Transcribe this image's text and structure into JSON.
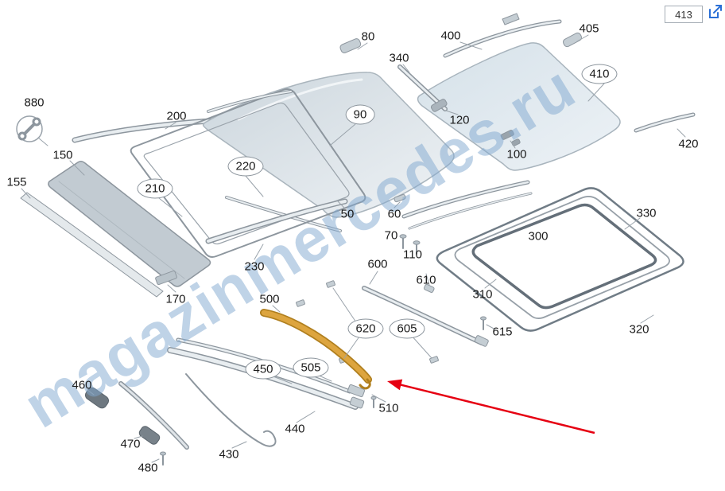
{
  "page": {
    "reference": "413",
    "watermark": "magazinmercedes.ru"
  },
  "colors": {
    "highlight_part": "#DDA53F",
    "arrow": "#E60012",
    "watermark": "#80A8D0",
    "label_circle_border": "#8B949C"
  },
  "icons": {
    "edit": "edit-icon",
    "wrench": "wrench-icon"
  },
  "circled_parts": [
    "90",
    "210",
    "220",
    "410",
    "450",
    "505",
    "605",
    "620"
  ],
  "parts": {
    "p50": "50",
    "p60": "60",
    "p70": "70",
    "p80": "80",
    "p90": "90",
    "p100": "100",
    "p110": "110",
    "p120": "120",
    "p150": "150",
    "p155": "155",
    "p170": "170",
    "p200": "200",
    "p210": "210",
    "p220": "220",
    "p230": "230",
    "p300": "300",
    "p310": "310",
    "p320": "320",
    "p330": "330",
    "p340": "340",
    "p400": "400",
    "p405": "405",
    "p410": "410",
    "p420": "420",
    "p430": "430",
    "p440": "440",
    "p450": "450",
    "p460": "460",
    "p470": "470",
    "p480": "480",
    "p500": "500",
    "p505": "505",
    "p510": "510",
    "p600": "600",
    "p605": "605",
    "p610": "610",
    "p615": "615",
    "p620": "620",
    "p880": "880"
  }
}
